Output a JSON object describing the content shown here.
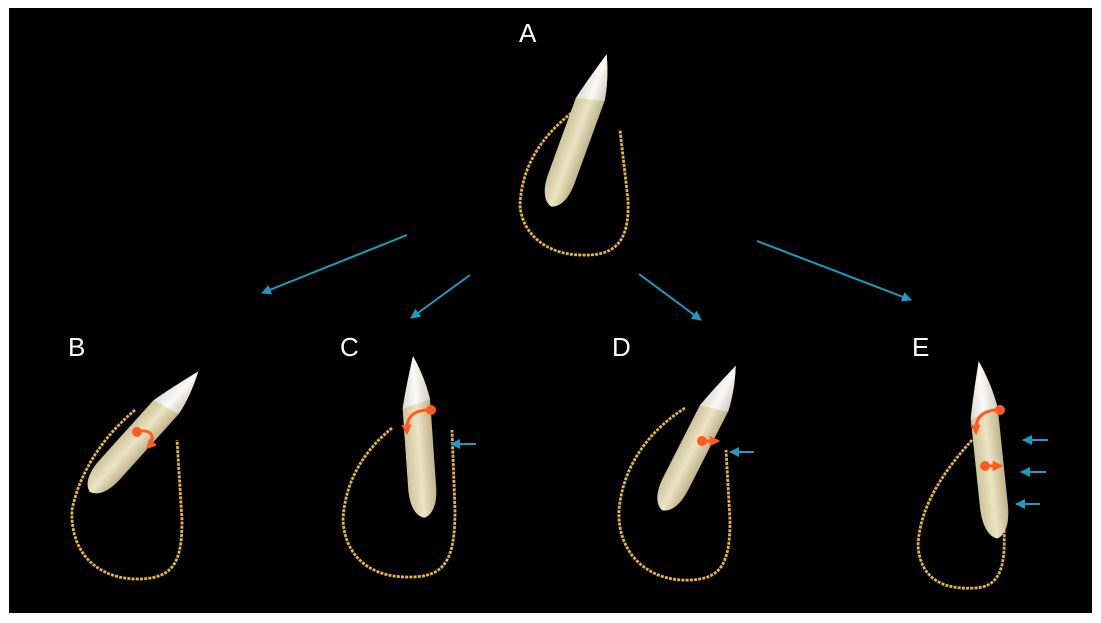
{
  "figure": {
    "labels": {
      "a": "A",
      "b": "B",
      "c": "C",
      "d": "D",
      "e": "E"
    },
    "colors": {
      "background": "#000000",
      "frame": "#ffffff",
      "arrow": "#1e9bc2",
      "bone_outline": "#e3b541",
      "tooth_root": "#e6dcb4",
      "tooth_crown": "#f7f5ee",
      "force_marker": "#ff5a1f"
    },
    "icons": {
      "tooth": "canine-tooth-icon",
      "alveolar_outline": "alveolar-bone-outline-icon",
      "rotation_marker": "rotation-force-icon",
      "translation_marker": "translation-force-icon",
      "pointer": "arrow-icon"
    },
    "panels": [
      {
        "id": "a",
        "label_key": "a",
        "resorption_arrows": 0
      },
      {
        "id": "b",
        "label_key": "b",
        "resorption_arrows": 0
      },
      {
        "id": "c",
        "label_key": "c",
        "resorption_arrows": 1
      },
      {
        "id": "d",
        "label_key": "d",
        "resorption_arrows": 1
      },
      {
        "id": "e",
        "label_key": "e",
        "resorption_arrows": 3
      }
    ]
  }
}
